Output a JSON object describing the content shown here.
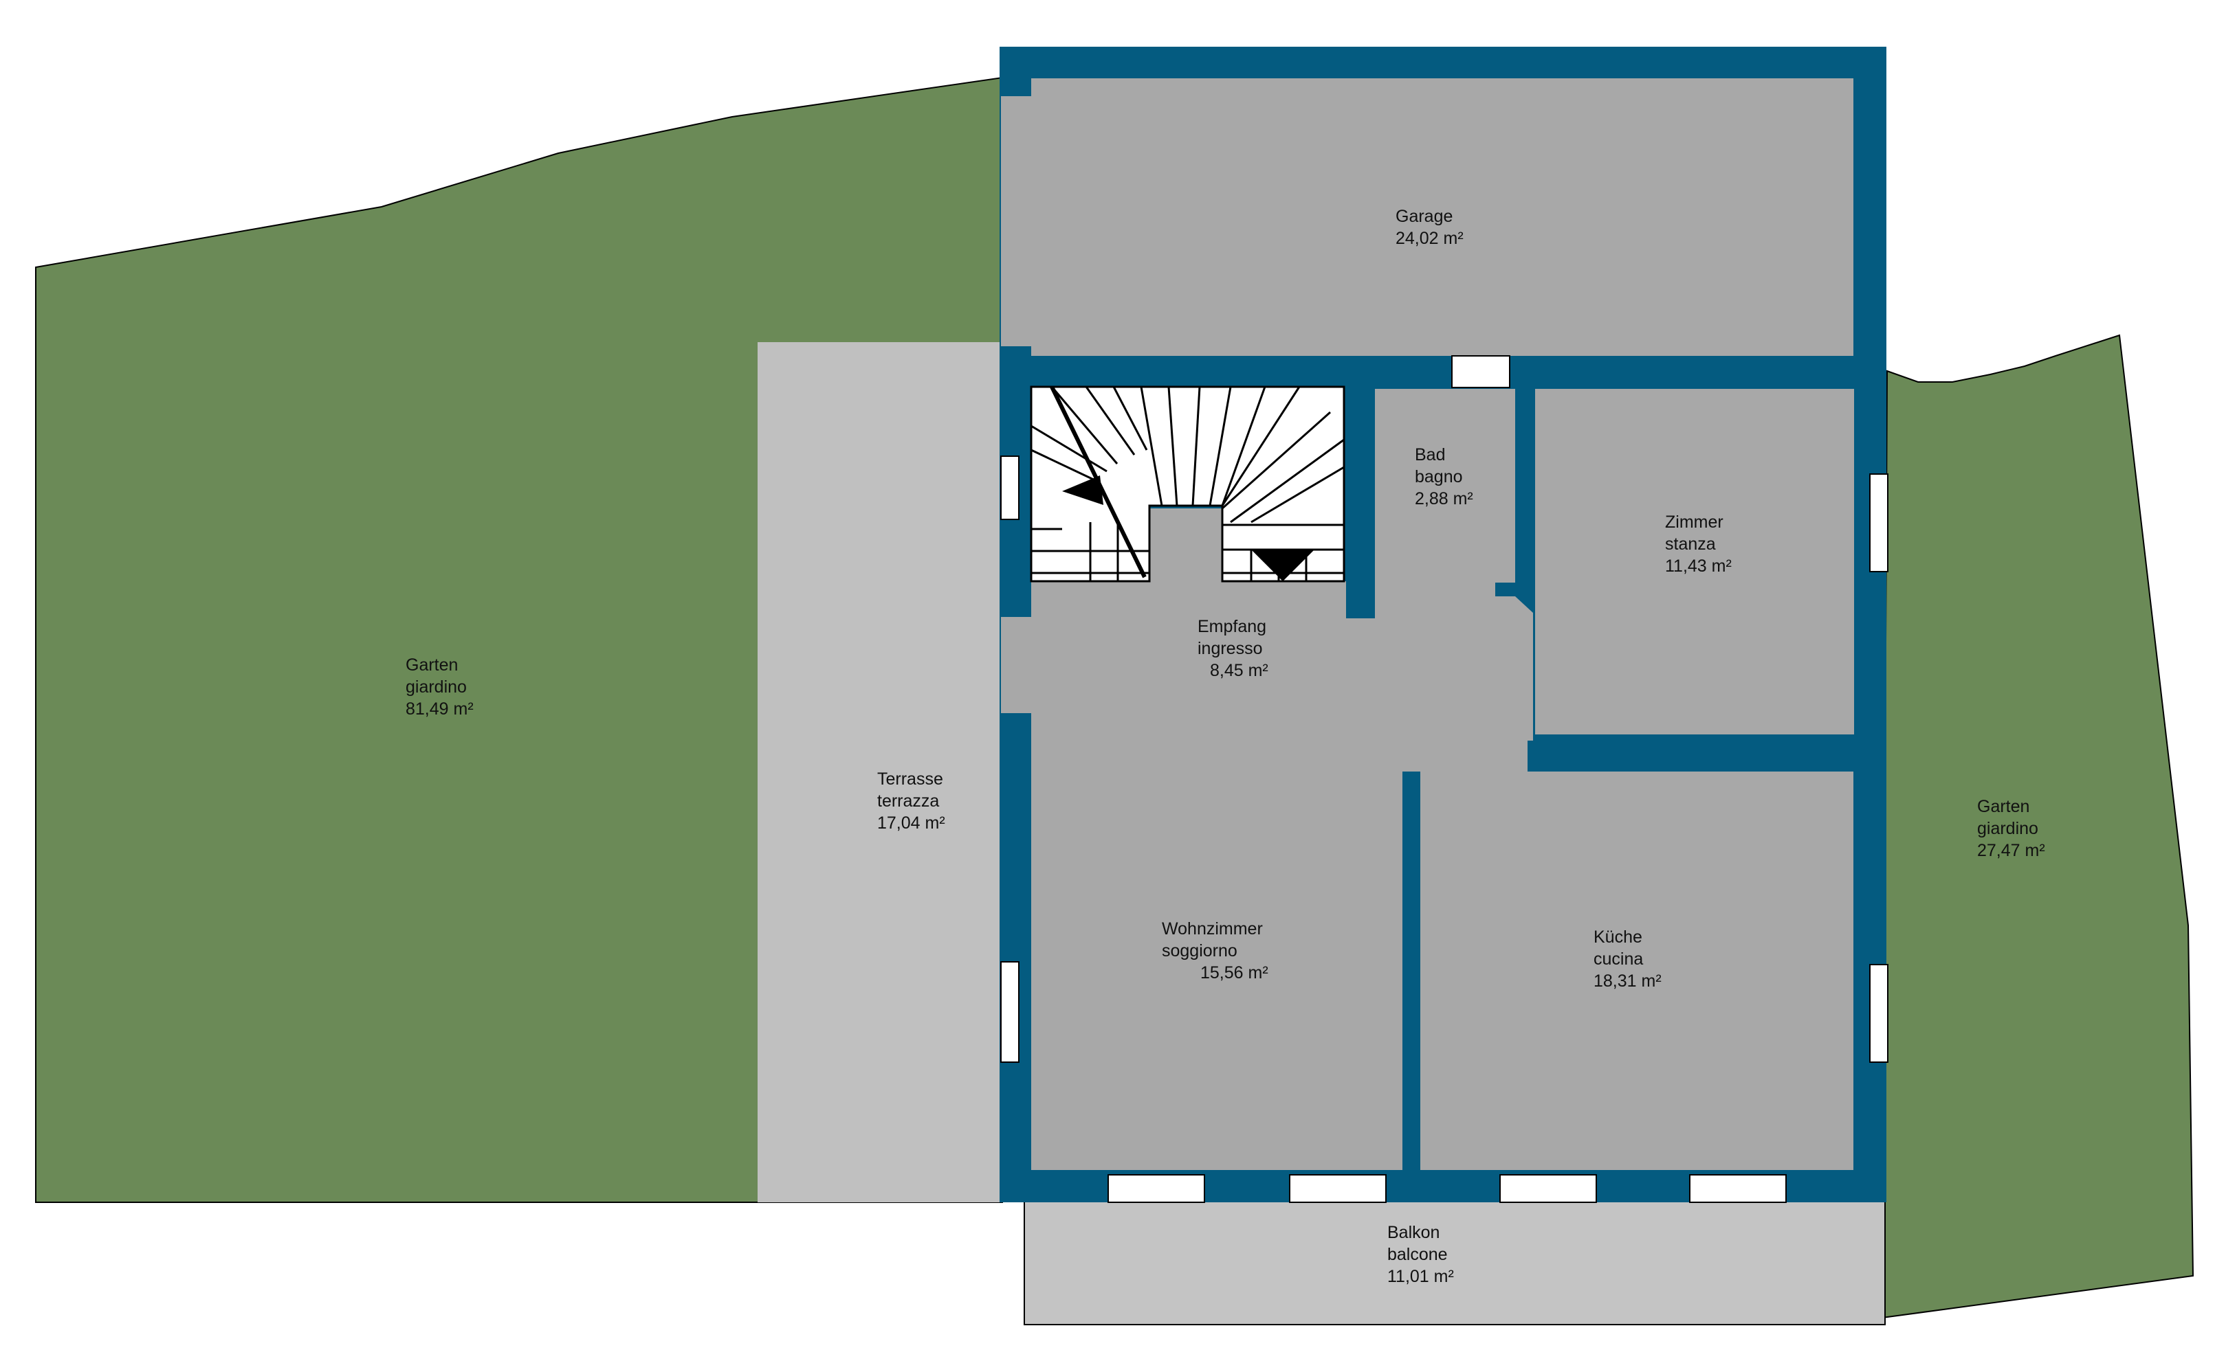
{
  "colors": {
    "garden": "#6b8a57",
    "terrace": "#c0c0c0",
    "room": "#a8a8a8",
    "balcony": "#c4c4c4",
    "wall": "#045b80",
    "window": "#ffffff",
    "stairs": "#ffffff",
    "outline": "#000000"
  },
  "rooms": {
    "garage": {
      "name_de": "Garage",
      "name_it": "",
      "area": "24,02 m²"
    },
    "bad": {
      "name_de": "Bad",
      "name_it": "bagno",
      "area": "2,88 m²"
    },
    "zimmer": {
      "name_de": "Zimmer",
      "name_it": "stanza",
      "area": "11,43 m²"
    },
    "empfang": {
      "name_de": "Empfang",
      "name_it": "ingresso",
      "area": "8,45 m²"
    },
    "wohnzimmer": {
      "name_de": "Wohnzimmer",
      "name_it": "soggiorno",
      "area": "15,56 m²"
    },
    "kueche": {
      "name_de": "Küche",
      "name_it": "cucina",
      "area": "18,31 m²"
    },
    "terrasse": {
      "name_de": "Terrasse",
      "name_it": "terrazza",
      "area": "17,04 m²"
    },
    "garten_west": {
      "name_de": "Garten",
      "name_it": "giardino",
      "area": "81,49 m²"
    },
    "garten_east": {
      "name_de": "Garten",
      "name_it": "giardino",
      "area": "27,47 m²"
    },
    "balkon": {
      "name_de": "Balkon",
      "name_it": "balcone",
      "area": "11,01 m²"
    }
  }
}
